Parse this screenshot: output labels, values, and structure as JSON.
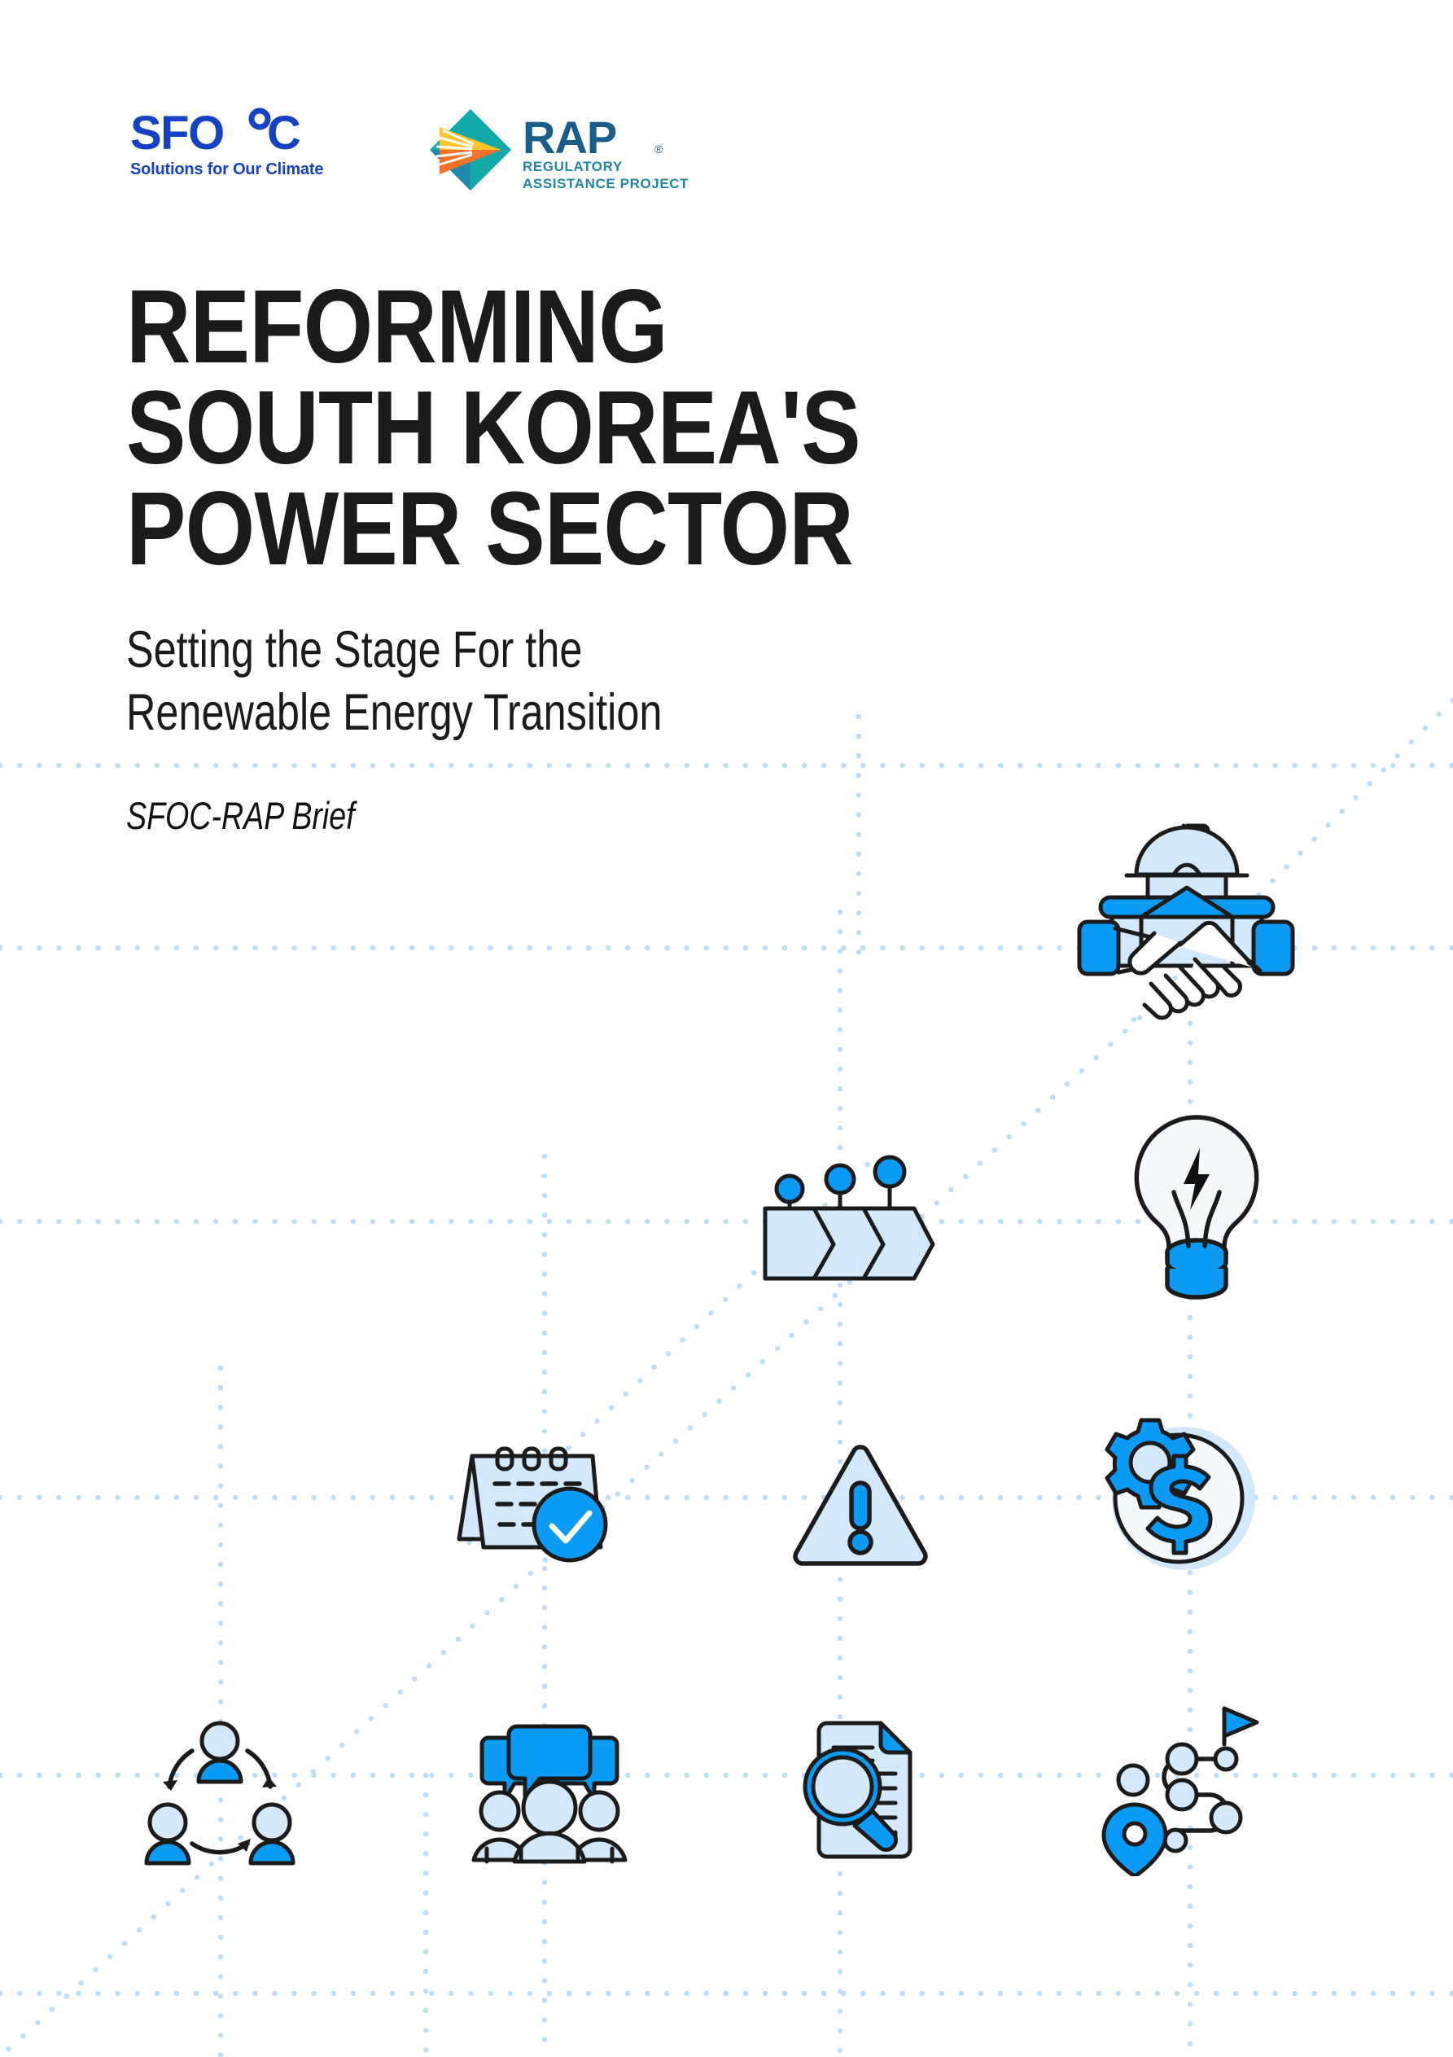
{
  "document": {
    "title_lines": [
      "REFORMING",
      "SOUTH KOREA'S",
      "POWER SECTOR"
    ],
    "title_full": "REFORMING SOUTH KOREA'S POWER SECTOR",
    "subtitle_lines": [
      "Setting the Stage For the",
      "Renewable Energy Transition"
    ],
    "subtitle_full": "Setting the Stage For the Renewable Energy Transition",
    "brief_label": "SFOC-RAP Brief"
  },
  "logos": {
    "sfoc": {
      "wordmark": "SFO°C",
      "tagline": "Solutions for Our Climate",
      "color": "#1741c4"
    },
    "rap": {
      "wordmark": "RAP",
      "registered": "®",
      "line1": "REGULATORY",
      "line2": "ASSISTANCE PROJECT",
      "wordmark_color": "#1a5d89",
      "subtext_color": "#1f86a8",
      "diamond_teal": "#12a8a8",
      "diamond_yellow": "#fbc52a",
      "diamond_orange": "#f4712c",
      "diamond_blue": "#1f86a8"
    }
  },
  "colors": {
    "page_background": "#ffffff",
    "accent_blue": "#0b9bf5",
    "light_blue_fill": "#d3e9fb",
    "pale_fill": "#f4f7fc",
    "outline": "#1b1b1b",
    "grid_dot": "#bfdef5",
    "title_text": "#1b1b1b"
  },
  "background": {
    "style": "dotted-grid",
    "horizontal_lines_y": [
      940,
      1164,
      1390,
      1620,
      1845,
      2070,
      2295,
      2450
    ],
    "vertical_lines_x": [
      330,
      630,
      930,
      1230,
      1530
    ],
    "diagonal_dotted": true
  },
  "icons": [
    {
      "id": "government-handshake-icon",
      "name": "government-handshake-icon",
      "label": "Government handshake"
    },
    {
      "id": "lightbulb-icon",
      "name": "lightbulb-icon",
      "label": "Lightbulb with lightning bolt"
    },
    {
      "id": "roadmap-arrows-icon",
      "name": "roadmap-arrows-icon",
      "label": "Roadmap arrow stages"
    },
    {
      "id": "calendar-check-icon",
      "name": "calendar-check-icon",
      "label": "Calendar with checkmark"
    },
    {
      "id": "warning-triangle-icon",
      "name": "warning-triangle-icon",
      "label": "Warning triangle"
    },
    {
      "id": "gear-dollar-icon",
      "name": "gear-dollar-icon",
      "label": "Gear and dollar coin"
    },
    {
      "id": "people-network-icon",
      "name": "people-network-icon",
      "label": "People network cycle"
    },
    {
      "id": "group-discussion-icon",
      "name": "group-discussion-icon",
      "label": "Group with speech bubbles"
    },
    {
      "id": "document-search-icon",
      "name": "document-search-icon",
      "label": "Document with magnifier"
    },
    {
      "id": "route-map-icon",
      "name": "route-map-icon",
      "label": "Route with pin and flag"
    }
  ]
}
